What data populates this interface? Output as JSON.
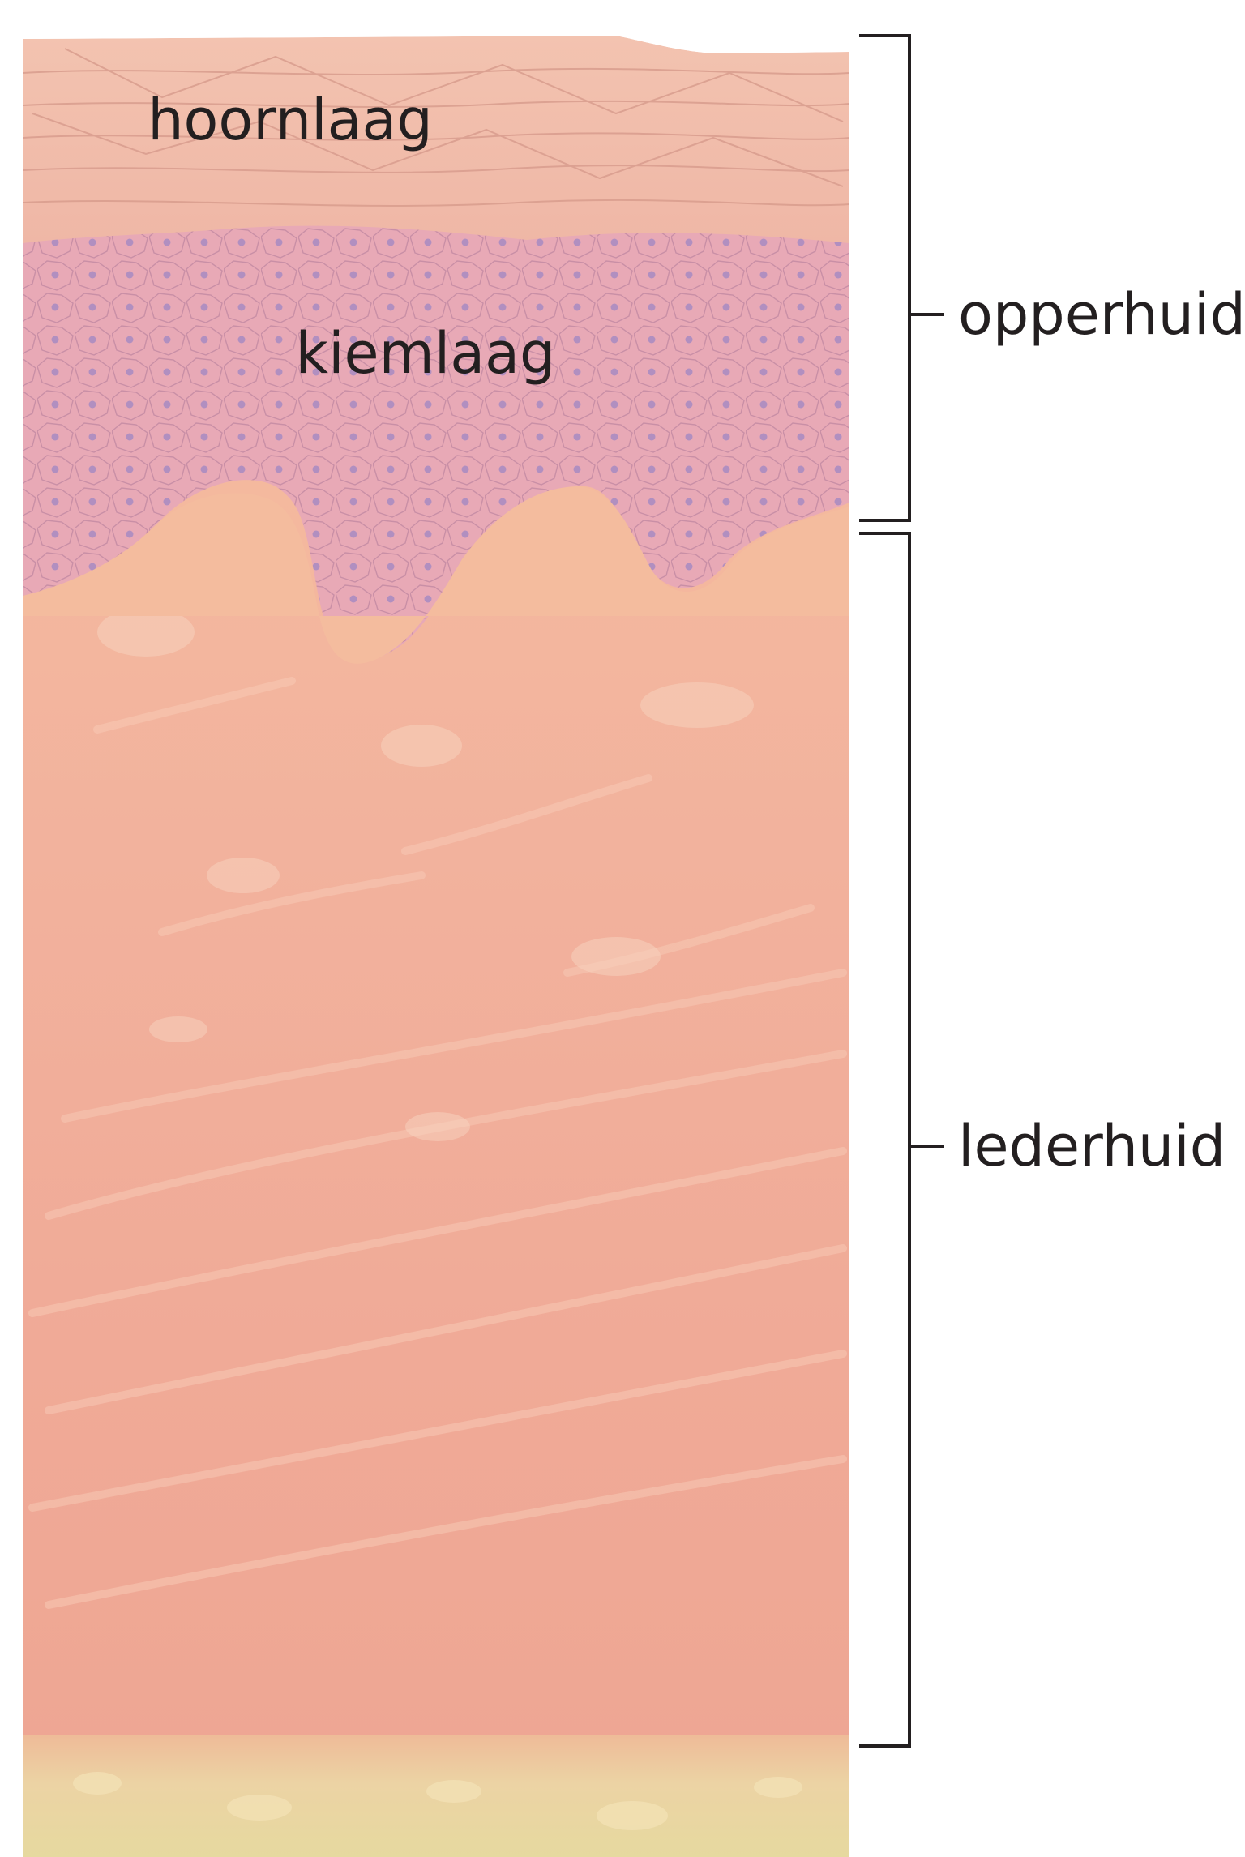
{
  "labels": {
    "hoornlaag": "hoornlaag",
    "kiemlaag": "kiemlaag",
    "opperhuid": "opperhuid",
    "lederhuid": "lederhuid"
  },
  "colors": {
    "stratum_corneum": "#f2bfae",
    "germinative_layer": "#e7a6b4",
    "dermis": "#f1ae9b",
    "subcutis": "#ead9a8",
    "cell_nucleus": "#9a7fc0",
    "bracket": "#231f20"
  }
}
